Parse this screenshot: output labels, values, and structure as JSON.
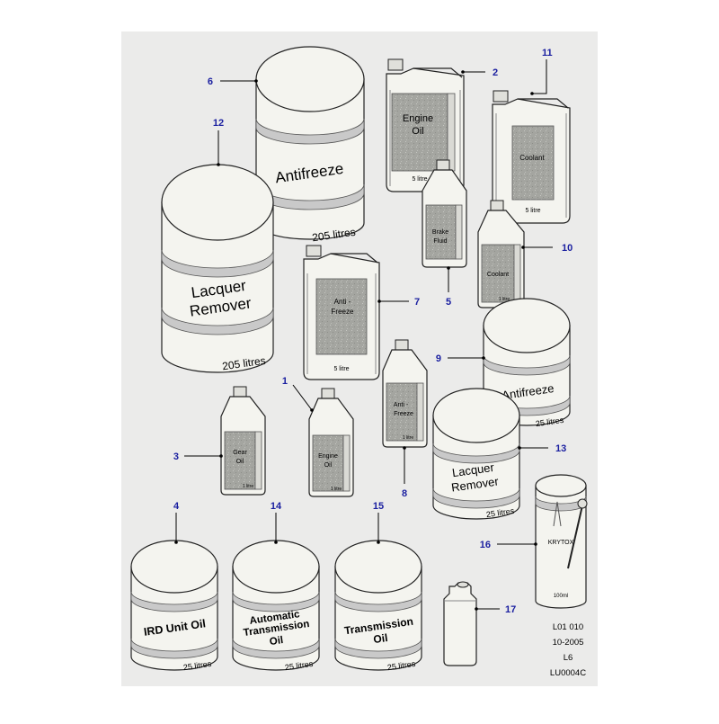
{
  "labels": {
    "antifreeze_drum": "Antifreeze",
    "drum_205": "205 litres",
    "engine_oil_5_l1": "Engine",
    "engine_oil_5_l2": "Oil",
    "litre_5": "5 litre",
    "coolant": "Coolant",
    "brake_l1": "Brake",
    "brake_l2": "Fluid",
    "lacquer_l1": "Lacquer",
    "lacquer_l2": "Remover",
    "antifreeze_5_l1": "Anti -",
    "antifreeze_5_l2": "Freeze",
    "litre_1": "1 litre",
    "antifreeze_1_l1": "Anti -",
    "antifreeze_1_l2": "Freeze",
    "gear_l1": "Gear",
    "gear_l2": "Oil",
    "engine_1_l1": "Engine",
    "engine_1_l2": "Oil",
    "antifreeze_25": "Antifreeze",
    "tin_25": "25 litres",
    "ird_unit_oil": "IRD Unit Oil",
    "auto_l1": "Automatic",
    "auto_l2": "Transmission",
    "auto_l3": "Oil",
    "trans_l1": "Transmission",
    "trans_l2": "Oil",
    "krytox": "KRYTOX",
    "ml100": "100ml"
  },
  "callouts": {
    "c1": "1",
    "c2": "2",
    "c3": "3",
    "c4": "4",
    "c5": "5",
    "c6": "6",
    "c7": "7",
    "c8": "8",
    "c9": "9",
    "c10": "10",
    "c11": "11",
    "c12": "12",
    "c13": "13",
    "c14": "14",
    "c15": "15",
    "c16": "16",
    "c17": "17"
  },
  "reference": {
    "line1": "L01 010",
    "line2": "10-2005",
    "line3": "L6",
    "line4": "LU0004C"
  },
  "colors": {
    "sheet_background": "#ebebea",
    "callout_blue": "#1a1fa0"
  }
}
